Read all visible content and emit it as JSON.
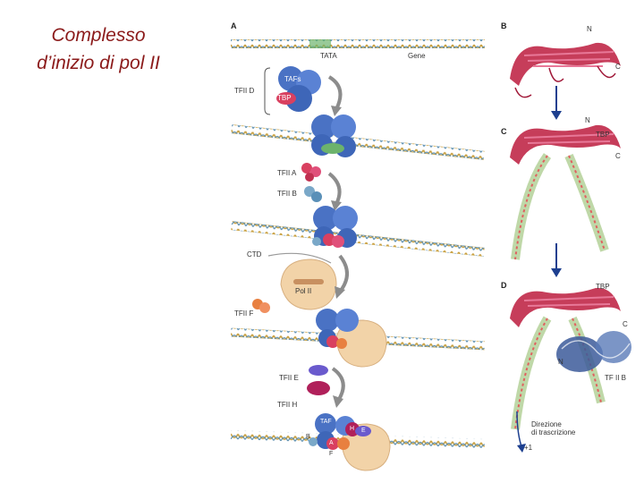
{
  "slide": {
    "title_line1": "Complesso",
    "title_line2": "d’inizio di pol II"
  },
  "figure": {
    "panel_a": {
      "letter": "A",
      "tata": "TATA",
      "gene": "Gene",
      "tfiid": "TFII D",
      "tafs": "TAFs",
      "tbp": "TBP",
      "tfiia": "TFII A",
      "tfiib": "TFII B",
      "ctd": "CTD",
      "pol2": "Pol II",
      "tfiif": "TFII F",
      "tfiie": "TFII E",
      "tfiih": "TFII H",
      "final_taf": "TAF",
      "final_h": "H",
      "final_e": "E",
      "final_b": "B",
      "final_a": "A",
      "final_f": "F"
    },
    "panel_b": {
      "letter": "B",
      "n": "N",
      "c": "C"
    },
    "panel_c": {
      "letter": "C",
      "n": "N",
      "tbp": "TBP",
      "c": "C"
    },
    "panel_d": {
      "letter": "D",
      "tbp": "TBP",
      "c": "C",
      "n": "N",
      "tfiib": "TF II B",
      "direction_line1": "Direzione",
      "direction_line2": "di trascrizione",
      "plus1": "+1"
    },
    "colors": {
      "title": "#8b1a1a",
      "dna": "#c8a040",
      "tfiid": "#4a72c4",
      "tbp": "#d94060",
      "pol2": "#f2d3a8",
      "arrow": "#8c8c8c",
      "blue_arrow": "#1d3f8f",
      "protein": "#b0203c"
    }
  }
}
